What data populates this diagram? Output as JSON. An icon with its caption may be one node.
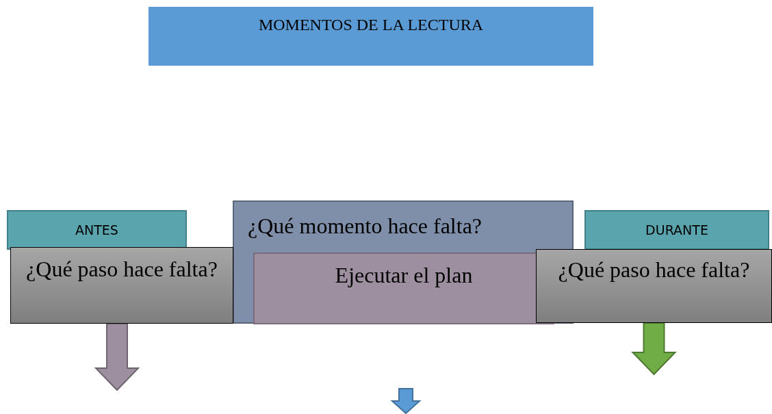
{
  "diagram": {
    "nodes": [
      {
        "text": [
          "MOMENTOS DE LA LECTURA"
        ]
      },
      {
        "text": [
          "ANTES"
        ]
      },
      {
        "text": [
          "¿Qué paso hace falta?"
        ]
      },
      {
        "text": [
          "¿Qué momento hace falta?"
        ]
      },
      {
        "text": [
          "Ejecutar el plan"
        ],
        "in": 3
      },
      {
        "text": [
          "DURANTE"
        ]
      },
      {
        "text": [
          "¿Qué paso hace falta?"
        ]
      }
    ],
    "edges": [
      {
        "from": 2,
        "to": null,
        "arrow": "to",
        "color": "#9e8fa0"
      },
      {
        "from": 6,
        "to": null,
        "arrow": "to",
        "color": "#70ad47"
      }
    ]
  }
}
